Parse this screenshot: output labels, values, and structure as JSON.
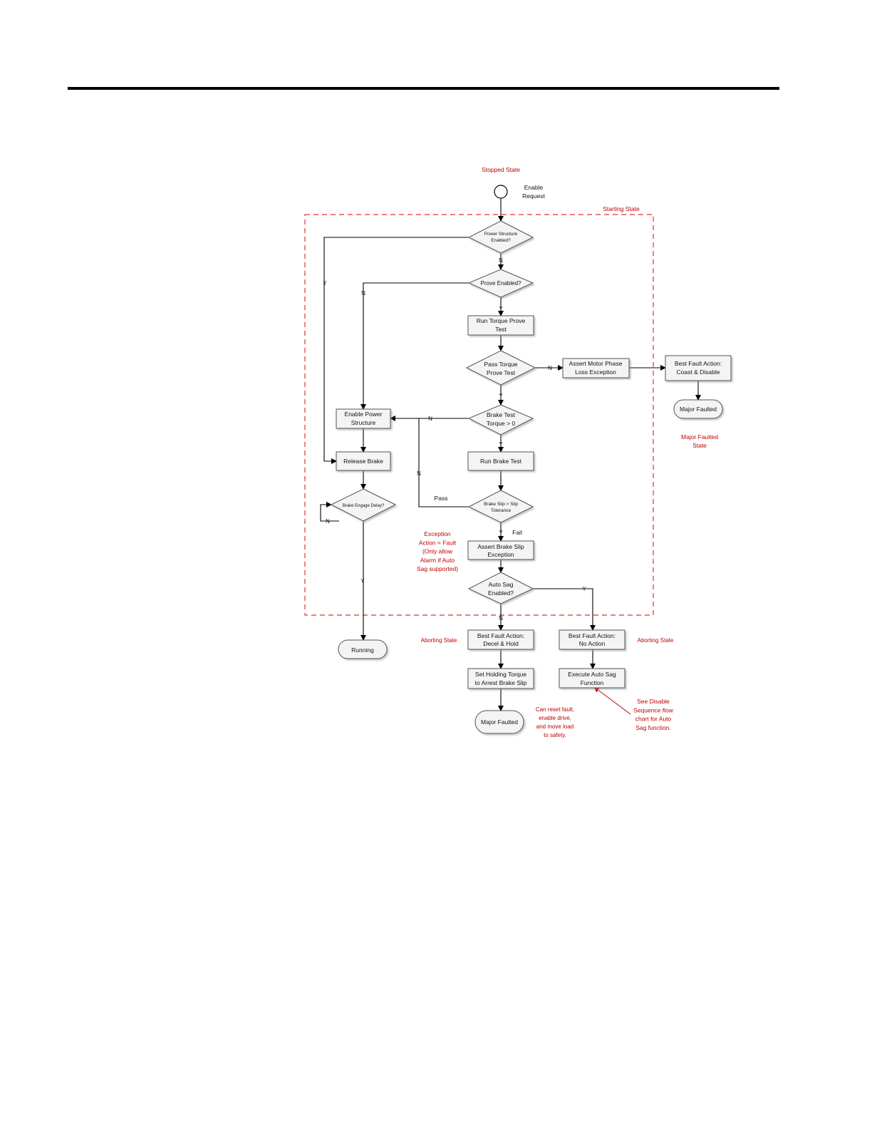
{
  "colors": {
    "state_text": "#c00000",
    "line": "#000000",
    "shape_fill": "#f4f4f4",
    "boundary": "#e03030"
  },
  "states": {
    "stopped": "Stopped State",
    "starting": "Starting State",
    "major_faulted": [
      "Major Faulted",
      "State"
    ],
    "aborting_left": "Aborting State",
    "aborting_right": "Aborting State"
  },
  "start_label": [
    "Enable",
    "Request"
  ],
  "decisions": {
    "power_structure": [
      "Power Structure",
      "Enabled?"
    ],
    "prove_enabled": [
      "Prove Enabled?"
    ],
    "pass_torque": [
      "Pass Torque",
      "Prove Test"
    ],
    "brake_test_torque": [
      "Brake Test",
      "Torque > 0"
    ],
    "brake_slip": [
      "Brake Slip > Slip",
      "Tolerance"
    ],
    "auto_sag": [
      "Auto Sag",
      "Enabled?"
    ],
    "brake_engage": [
      "Brake Engage Delay?"
    ]
  },
  "processes": {
    "run_torque_prove": [
      "Run Torque Prove",
      "Test"
    ],
    "assert_motor_phase": [
      "Assert Motor Phase",
      "Loss Exception"
    ],
    "best_fault_coast": [
      "Best Fault Action:",
      "Coast & Disable"
    ],
    "enable_power": [
      "Enable Power",
      "Structure"
    ],
    "release_brake": [
      "Release Brake"
    ],
    "run_brake_test": [
      "Run Brake Test"
    ],
    "assert_brake_slip": [
      "Assert Brake Slip",
      "Exception"
    ],
    "best_fault_decel": [
      "Best Fault Action:",
      "Decel & Hold"
    ],
    "best_fault_no_action": [
      "Best Fault Action:",
      "No Action"
    ],
    "set_holding_torque": [
      "Set Holding Torque",
      "to Arrest Brake Slip"
    ],
    "execute_auto_sag": [
      "Execute Auto Sag",
      "Function"
    ]
  },
  "terminals": {
    "major_faulted_right": "Major Faulted",
    "running": "Running",
    "major_faulted_bottom": "Major Faulted"
  },
  "edge_labels": {
    "power_y": "Y",
    "power_n": "N",
    "prove_n": "N",
    "prove_y": "Y",
    "pass_torque_n": "N",
    "pass_torque_y": "Y",
    "brake_torque_n": "N",
    "brake_torque_y": "Y",
    "brake_slip_n": "N",
    "pass": "Pass",
    "brake_slip_y": "Y",
    "fail": "Fail",
    "engage_n": "N",
    "engage_y": "Y",
    "auto_sag_y": "Y",
    "auto_sag_n": "N"
  },
  "notes": {
    "exception_action": [
      "Exception",
      "Action = Fault",
      "(Only allow",
      "Alarm if Auto",
      "Sag supported)"
    ],
    "can_reset": [
      "Can reset fault,",
      "enable drive,",
      "and move load",
      "to safety."
    ],
    "see_disable": [
      "See Disable",
      "Sequence flow",
      "chart for Auto",
      "Sag function."
    ]
  }
}
